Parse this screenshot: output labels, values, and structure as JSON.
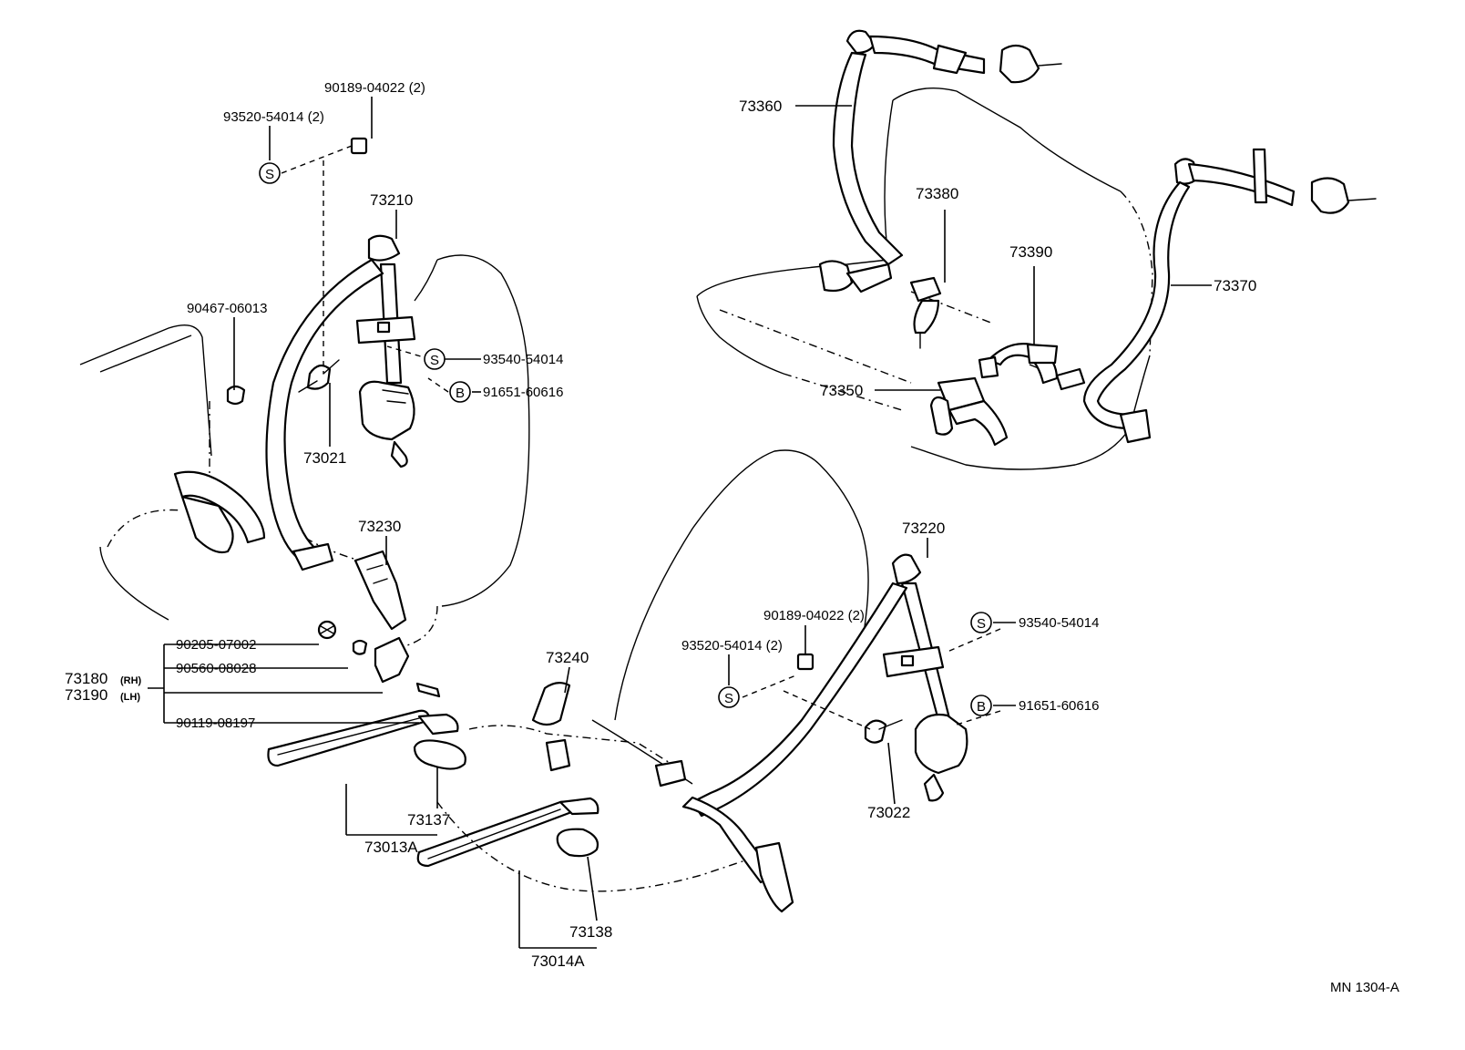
{
  "labels": {
    "p90189_04022_a": "90189-04022 (2)",
    "p93520_54014_a": "93520-54014 (2)",
    "p73210": "73210",
    "p90467_06013": "90467-06013",
    "p93540_54014_a": "93540-54014",
    "p91651_60616_a": "91651-60616",
    "p73021": "73021",
    "p73230": "73230",
    "p90205_07002": "90205-07002",
    "p90560_08028": "90560-08028",
    "p73180": "73180",
    "p73180_side": "(RH)",
    "p73190": "73190",
    "p73190_side": "(LH)",
    "p90119_08197": "90119-08197",
    "p73240": "73240",
    "p73137": "73137",
    "p73013A": "73013A",
    "p73138": "73138",
    "p73014A": "73014A",
    "p73360": "73360",
    "p73380": "73380",
    "p73390": "73390",
    "p73370": "73370",
    "p73350": "73350",
    "p73220": "73220",
    "p90189_04022_b": "90189-04022 (2)",
    "p93520_54014_b": "93520-54014 (2)",
    "p93540_54014_b": "93540-54014",
    "p91651_60616_b": "91651-60616",
    "p73022": "73022",
    "drawing_code": "MN 1304-A"
  },
  "symbols": {
    "s": "S",
    "b": "B"
  }
}
